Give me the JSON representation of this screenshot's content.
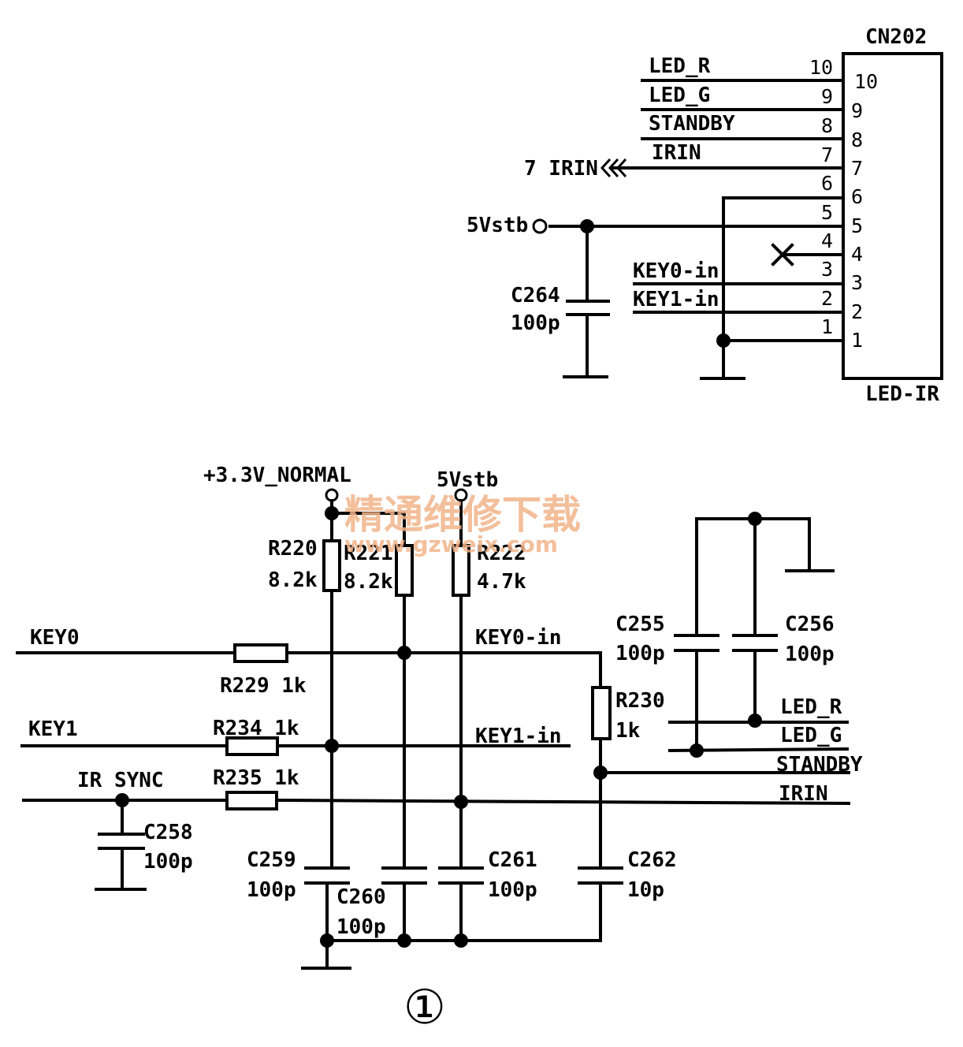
{
  "connector": {
    "name": "CN202",
    "footer": "LED-IR",
    "pins_inner": [
      "10",
      "9",
      "8",
      "7",
      "6",
      "5",
      "4",
      "3",
      "2",
      "1"
    ],
    "pins_outer": [
      "10",
      "9",
      "8",
      "7",
      "6",
      "5",
      "4",
      "3",
      "2",
      "1"
    ],
    "net_led_r": "LED_R",
    "net_led_g": "LED_G",
    "net_standby": "STANDBY",
    "net_irin": "IRIN",
    "irin_out": "7 IRIN",
    "supply": "5Vstb",
    "key0": "KEY0-in",
    "key1": "KEY1-in",
    "c264_name": "C264",
    "c264_value": "100p"
  },
  "lower": {
    "v33": "+3.3V_NORMAL",
    "v5": "5Vstb",
    "r220_name": "R220",
    "r220_value": "8.2k",
    "r221_name": "R221",
    "r221_value": "8.2k",
    "r222_name": "R222",
    "r222_value": "4.7k",
    "key0": "KEY0",
    "key1": "KEY1",
    "ir_sync": "IR SYNC",
    "r229": "R229 1k",
    "r234": "R234 1k",
    "r235": "R235 1k",
    "key0_in": "KEY0-in",
    "key1_in": "KEY1-in",
    "r230_name": "R230",
    "r230_value": "1k",
    "c255_name": "C255",
    "c255_value": "100p",
    "c256_name": "C256",
    "c256_value": "100p",
    "led_r": "LED_R",
    "led_g": "LED_G",
    "standby": "STANDBY",
    "irin": "IRIN",
    "c258_name": "C258",
    "c258_value": "100p",
    "c259_name": "C259",
    "c259_value": "100p",
    "c260_name": "C260",
    "c260_value": "100p",
    "c261_name": "C261",
    "c261_value": "100p",
    "c262_name": "C262",
    "c262_value": "10p"
  },
  "watermark": {
    "cn": "精通维修下载",
    "url": "www.gzweix.com"
  },
  "figure_number": "①"
}
